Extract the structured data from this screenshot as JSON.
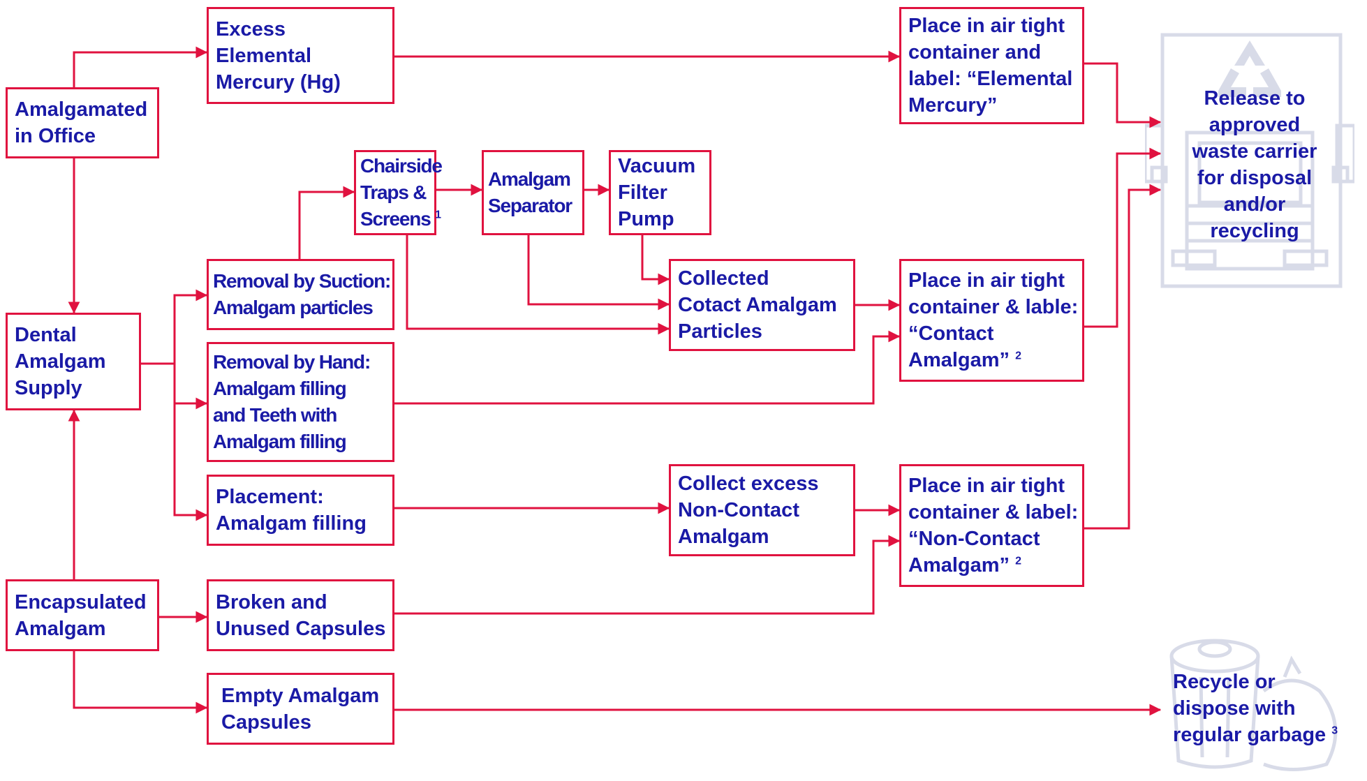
{
  "colors": {
    "border": "#e0123f",
    "arrow": "#e0123f",
    "text": "#1a1aa6",
    "icon": "#d8dbe8"
  },
  "icons": {
    "truck": "recycling-truck-icon",
    "garbage": "garbage-can-and-bag-icon"
  },
  "nodes": {
    "amalgamated_office": {
      "lines": [
        "Amalgamated",
        "in Office"
      ]
    },
    "excess_mercury": {
      "lines": [
        "Excess",
        "Elemental",
        "Mercury (Hg)"
      ]
    },
    "place_elemental": {
      "lines": [
        "Place in air tight",
        "container and",
        "label: “Elemental",
        "Mercury”"
      ]
    },
    "dental_supply": {
      "lines": [
        "Dental",
        "Amalgam",
        "Supply"
      ]
    },
    "chairside_traps": {
      "lines": [
        "Chairside",
        "Traps &",
        "Screens"
      ],
      "note": "1"
    },
    "amalgam_separator": {
      "lines": [
        "Amalgam",
        "Separator"
      ]
    },
    "vacuum_pump": {
      "lines": [
        "Vacuum",
        "Filter",
        "Pump"
      ]
    },
    "removal_suction": {
      "lines": [
        "Removal by Suction:",
        "Amalgam particles"
      ]
    },
    "collected_contact": {
      "lines": [
        "Collected",
        "Cotact Amalgam",
        "Particles"
      ]
    },
    "place_contact": {
      "lines": [
        "Place in air tight",
        "container & lable:",
        "“Contact",
        "Amalgam”"
      ],
      "note": "2"
    },
    "removal_hand": {
      "lines": [
        "Removal by Hand:",
        "Amalgam filling",
        "and Teeth with",
        "Amalgam filling"
      ]
    },
    "placement": {
      "lines": [
        "Placement:",
        "Amalgam filling"
      ]
    },
    "collect_noncontact": {
      "lines": [
        "Collect excess",
        "Non-Contact",
        "Amalgam"
      ]
    },
    "place_noncontact": {
      "lines": [
        "Place in air tight",
        "container & label:",
        "“Non-Contact",
        "Amalgam”"
      ],
      "note": "2"
    },
    "encapsulated": {
      "lines": [
        "Encapsulated",
        "Amalgam"
      ]
    },
    "broken_capsules": {
      "lines": [
        "Broken and",
        "Unused Capsules"
      ]
    },
    "empty_capsules": {
      "lines": [
        "Empty Amalgam",
        "Capsules"
      ]
    },
    "release_carrier": {
      "lines": [
        "Release to",
        "approved",
        "waste carrier",
        "for disposal",
        "and/or",
        "recycling"
      ]
    },
    "recycle_dispose": {
      "lines": [
        "Recycle or",
        "dispose with",
        "regular garbage"
      ],
      "note": "3"
    }
  }
}
